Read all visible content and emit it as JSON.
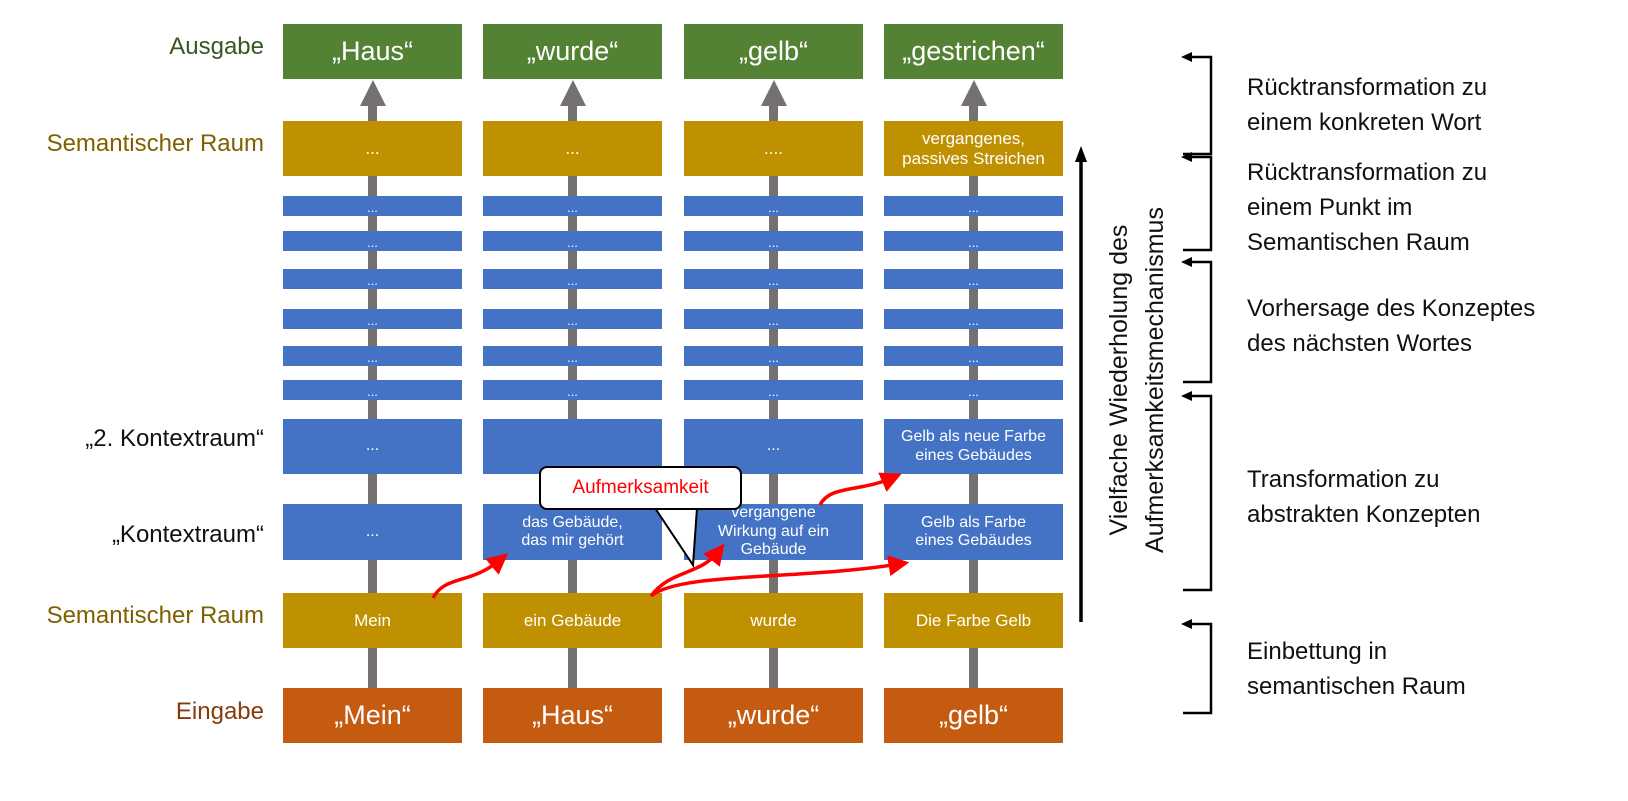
{
  "row_labels": {
    "output": {
      "text": "Ausgabe",
      "color": "#375623"
    },
    "semantic_top": {
      "text": "Semantischer Raum",
      "color": "#7f6000"
    },
    "context2": {
      "text": "„2. Kontextraum“",
      "color": "#111111"
    },
    "context": {
      "text": "„Kontextraum“",
      "color": "#111111"
    },
    "semantic_bottom": {
      "text": "Semantischer Raum",
      "color": "#7f6000"
    },
    "input": {
      "text": "Eingabe",
      "color": "#843c0c"
    }
  },
  "columns": [
    {
      "output": "„Haus“",
      "semantic_top": "...",
      "layers": [
        "...",
        "...",
        "...",
        "...",
        "...",
        "..."
      ],
      "context2": "...",
      "context": "...",
      "semantic_bottom": "Mein",
      "input": "„Mein“"
    },
    {
      "output": "„wurde“",
      "semantic_top": "...",
      "layers": [
        "...",
        "...",
        "...",
        "...",
        "...",
        "..."
      ],
      "context2": "",
      "context": "das Gebäude,\ndas mir gehört",
      "semantic_bottom": "ein Gebäude",
      "input": "„Haus“"
    },
    {
      "output": "„gelb“",
      "semantic_top": "....",
      "layers": [
        "...",
        "...",
        "...",
        "...",
        "...",
        "..."
      ],
      "context2": "...",
      "context": "vergangene\nWirkung auf ein\nGebäude",
      "semantic_bottom": "wurde",
      "input": "„wurde“"
    },
    {
      "output": "„gestrichen“",
      "semantic_top": "vergangenes,\npassives Streichen",
      "layers": [
        "...",
        "...",
        "...",
        "...",
        "...",
        "..."
      ],
      "context2": "Gelb als neue Farbe\neines Gebäudes",
      "context": "Gelb als Farbe\neines Gebäudes",
      "semantic_bottom": "Die Farbe Gelb",
      "input": "„gelb“"
    }
  ],
  "callout": {
    "text": "Aufmerksamkeit",
    "color": "#ff0000"
  },
  "repetition_label": "Vielfache Wiederholung des\nAufmerksamkeitsmechanismus",
  "descriptions": [
    "Rücktransformation zu\neinem konkreten Wort",
    "Rücktransformation zu\neinem Punkt im\nSemantischen Raum",
    "Vorhersage des Konzeptes\ndes nächsten Wortes",
    "Transformation zu\nabstrakten Konzepten",
    "Einbettung in\nsemantischen Raum"
  ],
  "colors": {
    "output": "#548235",
    "semantic": "#bf9000",
    "layer": "#4472c4",
    "input": "#c55a11",
    "stem": "#767171",
    "attention_arrow": "#ff0000"
  }
}
